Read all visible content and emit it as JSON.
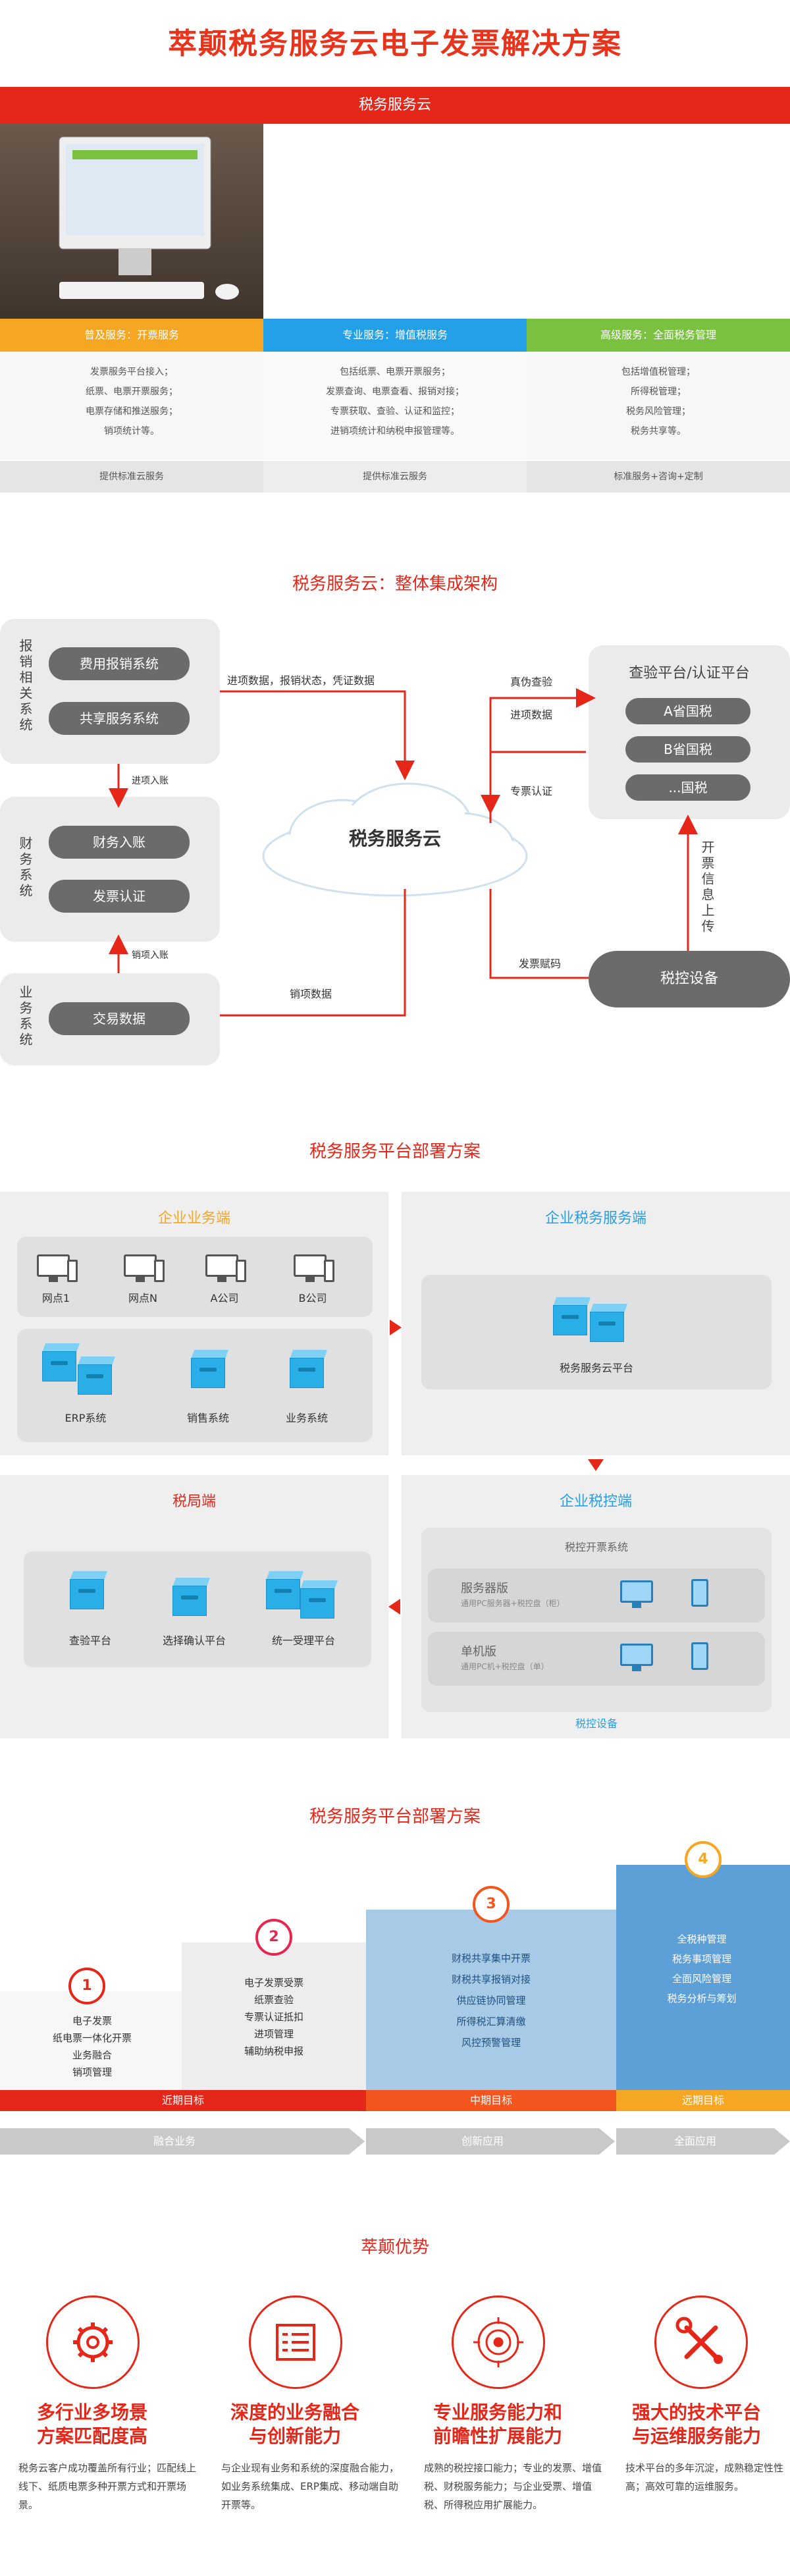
{
  "title": "萃颠税务服务云电子发票解决方案",
  "banner": "税务服务云",
  "tiers": [
    {
      "name": "普及服务：开票服务",
      "color": "#f5a623",
      "desc": [
        "发票服务平台接入；",
        "纸票、电票开票服务；",
        "电票存储和推送服务；",
        "销项统计等。"
      ],
      "footer": "提供标准云服务"
    },
    {
      "name": "专业服务：增值税服务",
      "color": "#23a0e8",
      "desc": [
        "包括纸票、电票开票服务；",
        "发票查询、电票查看、报销对接；",
        "专票获取、查验、认证和监控；",
        "进销项统计和纳税申报管理等。"
      ],
      "footer": "提供标准云服务"
    },
    {
      "name": "高级服务：全面税务管理",
      "color": "#7ac13f",
      "desc": [
        "包括增值税管理；",
        "所得税管理；",
        "税务风险管理；",
        "税务共享等。"
      ],
      "footer": "标准服务+咨询+定制"
    }
  ],
  "arch": {
    "title": "税务服务云：整体集成架构",
    "group_reimb": "报销相关系统",
    "reimb_items": [
      "费用报销系统",
      "共享服务系统"
    ],
    "group_finance": "财务系统",
    "finance_items": [
      "财务入账",
      "发票认证"
    ],
    "group_business": "业务系统",
    "business_items": [
      "交易数据"
    ],
    "cloud": "税务服务云",
    "platform_title": "查验平台/认证平台",
    "platform_items": [
      "A省国税",
      "B省国税",
      "...国税"
    ],
    "device": "税控设备",
    "labels": {
      "in_data": "进项数据，报销状态，凭证数据",
      "verify": "真伪查验",
      "in_data2": "进项数据",
      "special_cert": "专票认证",
      "invoice_code": "发票赋码",
      "out_data": "销项数据",
      "in_account": "进项入账",
      "out_account": "销项入账",
      "upload": "开票信息上传"
    }
  },
  "deploy": {
    "title": "税务服务平台部署方案",
    "ent_business": "企业业务端",
    "terminals": [
      "网点1",
      "网点N",
      "A公司",
      "B公司"
    ],
    "systems": [
      "ERP系统",
      "销售系统",
      "业务系统"
    ],
    "ent_tax_service": "企业税务服务端",
    "cloud_platform": "税务服务云平台",
    "tax_bureau": "税局端",
    "bureau_items": [
      "查验平台",
      "选择确认平台",
      "统一受理平台"
    ],
    "ent_tax_control": "企业税控端",
    "control_system": "税控开票系统",
    "server_ver": "服务器版",
    "server_sub": "通用PC服务器+税控盘（柜）",
    "single_ver": "单机版",
    "single_sub": "通用PC机+税控盘（单）",
    "device_label": "税控设备"
  },
  "roadmap": {
    "title": "税务服务平台部署方案",
    "steps": [
      {
        "num": "1",
        "items": [
          "电子发票",
          "纸电票一体化开票",
          "业务融合",
          "销项管理"
        ]
      },
      {
        "num": "2",
        "items": [
          "电子发票受票",
          "纸票查验",
          "专票认证抵扣",
          "进项管理",
          "辅助纳税申报"
        ]
      },
      {
        "num": "3",
        "items": [
          "财税共享集中开票",
          "财税共享报销对接",
          "供应链协同管理",
          "所得税汇算清缴",
          "风控预警管理"
        ]
      },
      {
        "num": "4",
        "items": [
          "全税种管理",
          "税务事项管理",
          "全面风险管理",
          "税务分析与筹划"
        ]
      }
    ],
    "stages": [
      "近期目标",
      "中期目标",
      "远期目标"
    ],
    "arrows": [
      "融合业务",
      "创新应用",
      "全面应用"
    ]
  },
  "advantages": {
    "title": "萃颠优势",
    "items": [
      {
        "title": [
          "多行业多场景",
          "方案匹配度高"
        ],
        "desc": "税务云客户成功覆盖所有行业；匹配线上线下、纸质电票多种开票方式和开票场景。"
      },
      {
        "title": [
          "深度的业务融合",
          "与创新能力"
        ],
        "desc": "与企业现有业务和系统的深度融合能力，如业务系统集成、ERP集成、移动端自助开票等。"
      },
      {
        "title": [
          "专业服务能力和",
          "前瞻性扩展能力"
        ],
        "desc": "成熟的税控接口能力；专业的发票、增值税、财税服务能力；与企业受票、增值税、所得税应用扩展能力。"
      },
      {
        "title": [
          "强大的技术平台",
          "与运维服务能力"
        ],
        "desc": "技术平台的多年沉淀，成熟稳定性性高；高效可靠的运维服务。"
      }
    ]
  }
}
